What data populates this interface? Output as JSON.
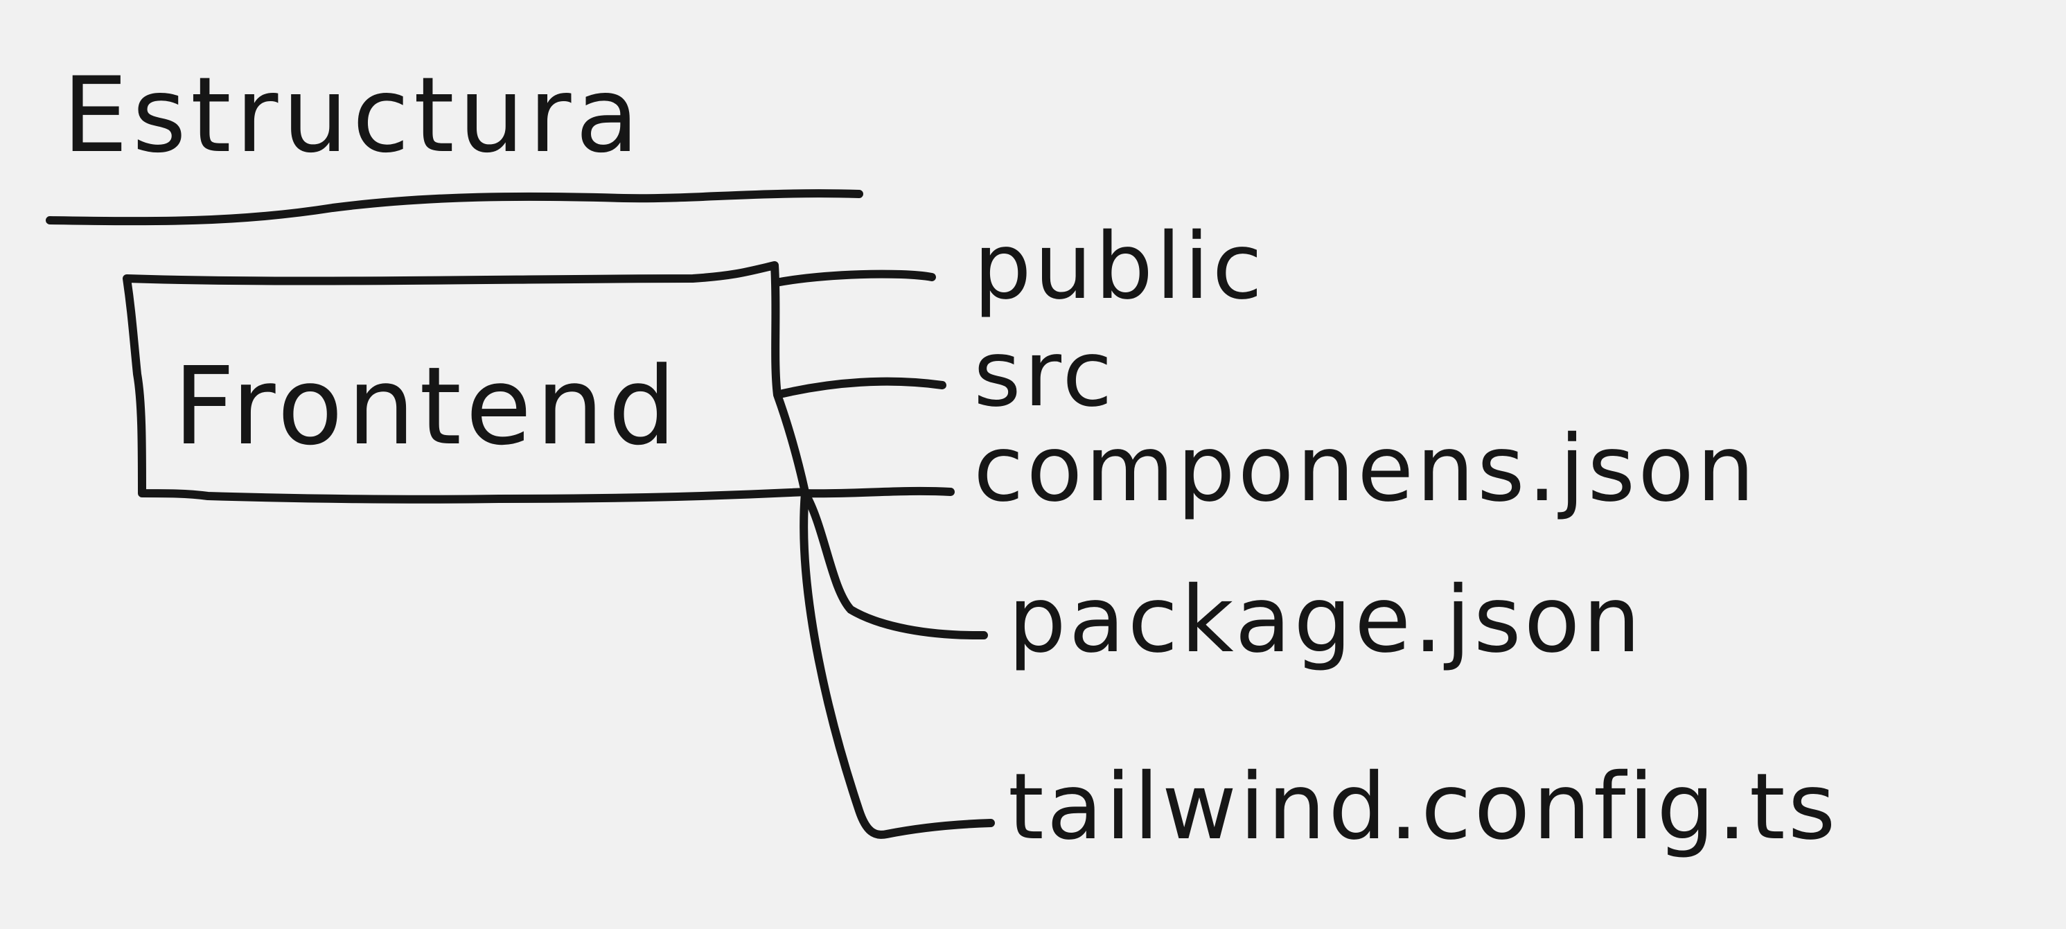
{
  "diagram": {
    "title": "Estructura",
    "root": {
      "label": "Frontend"
    },
    "children": [
      {
        "label": "public"
      },
      {
        "label": "src"
      },
      {
        "label": "componens.json"
      },
      {
        "label": "package.json"
      },
      {
        "label": "tailwind.config.ts"
      }
    ]
  },
  "colors": {
    "background": "#f1f1f1",
    "ink": "#161616"
  }
}
